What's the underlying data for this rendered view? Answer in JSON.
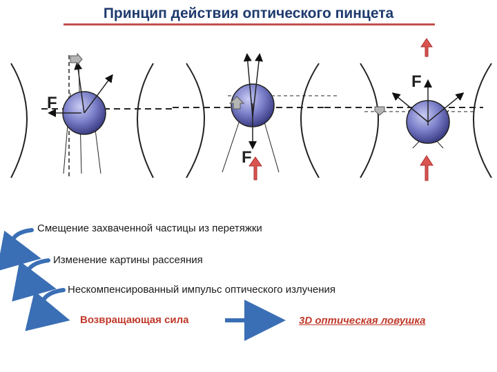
{
  "title": "Принцип действия оптического пинцета",
  "panels": [
    {
      "force_label": "F"
    },
    {
      "force_label": "F"
    },
    {
      "force_label": "F"
    }
  ],
  "steps": [
    "Смещение захваченной частицы из перетяжки",
    "Изменение картины рассеяния",
    "Нескомпенсированный импульс оптического излучения",
    "Возвращающая сила"
  ],
  "result": "3D оптическая ловушка",
  "colors": {
    "title": "#1e3a6e",
    "underline": "#c0504d",
    "sphere": "#7b7fc9",
    "force_arrow": "#d9534f",
    "flow_arrow": "#3b6fb5",
    "result_text": "#c0392b"
  }
}
